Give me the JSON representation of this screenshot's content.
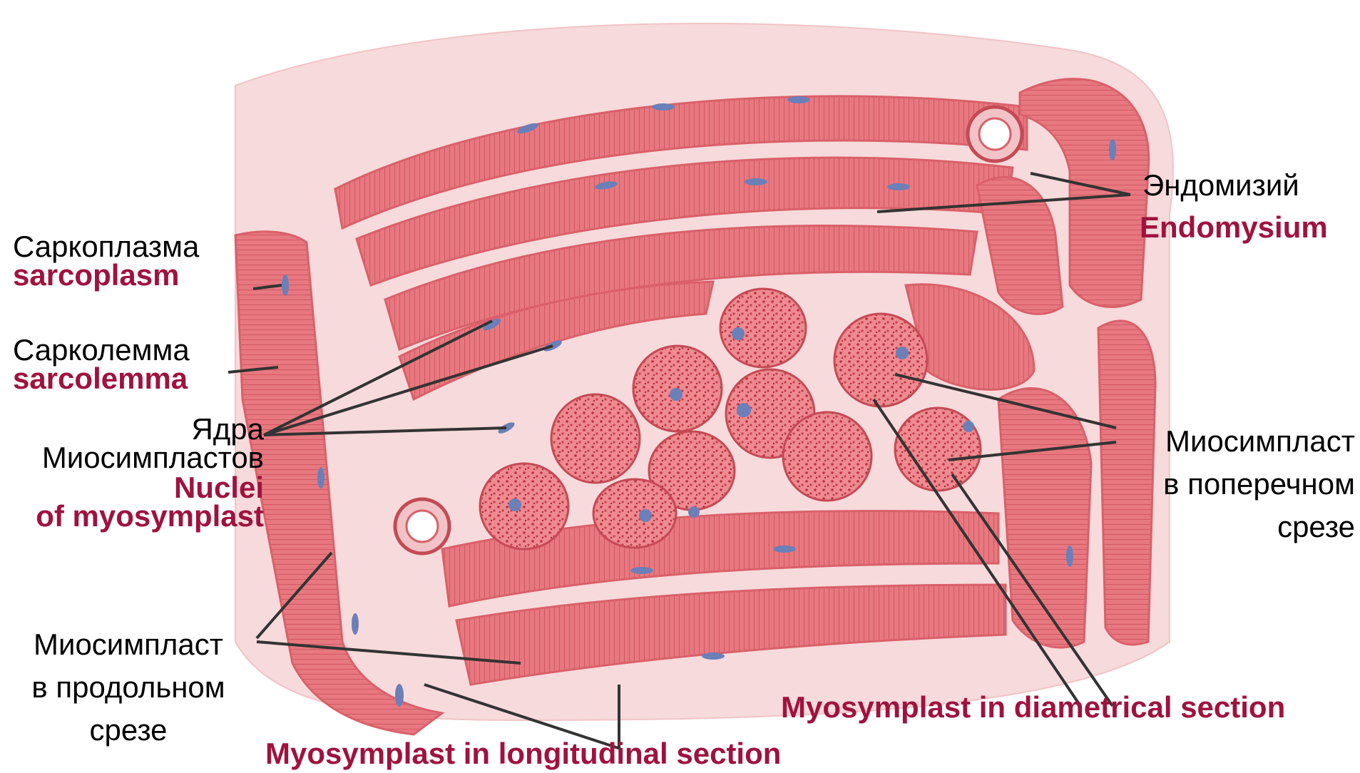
{
  "labels": {
    "sarcoplasm_ru": "Саркоплазма",
    "sarcoplasm_en": "sarcoplasm",
    "sarcolemma_ru": "Сарколемма",
    "sarcolemma_en": "sarcolemma",
    "nuclei_ru_1": "Ядра",
    "nuclei_ru_2": "Миосимпластов",
    "nuclei_en_1": "Nuclei",
    "nuclei_en_2": "of myosymplast",
    "longitudinal_ru_1": "Миосимпласт",
    "longitudinal_ru_2": "в продольном",
    "longitudinal_ru_3": "срезе",
    "longitudinal_en": "Myosymplast in longitudinal section",
    "endomysium_ru": "Эндомизий",
    "endomysium_en": "Endomysium",
    "cross_ru_1": "Миосимпласт",
    "cross_ru_2": "в поперечном",
    "cross_ru_3": "срезе",
    "cross_en": "Myosymplast in diametrical section"
  },
  "colors": {
    "fiber": "#e8707a",
    "fiber_dark": "#c44a55",
    "fiber_light": "#f4a5aa",
    "tissue": "#f6d4d6",
    "nucleus": "#6b7fb8",
    "label_en": "#a0123e"
  }
}
